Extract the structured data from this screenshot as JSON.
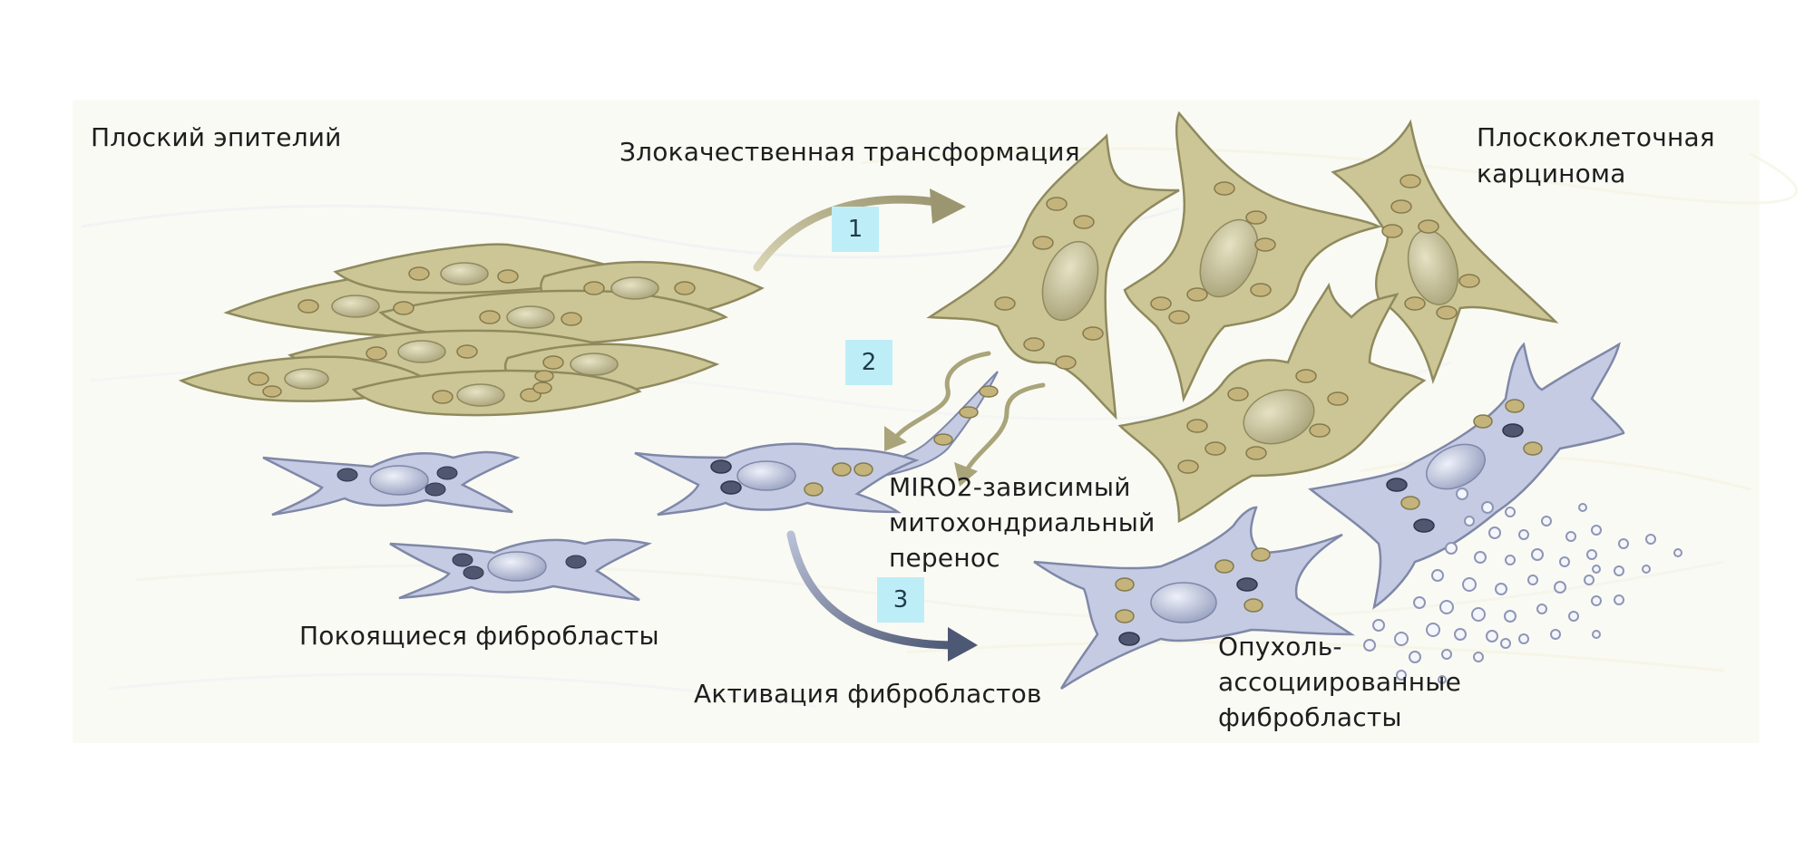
{
  "labels": {
    "squamous_epithelium": "Плоский эпителий",
    "malignant_transformation": "Злокачественная трансформация",
    "carcinoma_line1": "Плоскоклеточная",
    "carcinoma_line2": "карцинома",
    "miro2_line1": "MIRO2-зависимый",
    "miro2_line2": "митохондриальный",
    "miro2_line3": "перенос",
    "resting_fibroblasts": "Покоящиеся фибробласты",
    "fibroblast_activation": "Активация фибробластов",
    "caf_line1": "Опухоль-",
    "caf_line2": "ассоциированные",
    "caf_line3": "фибробласты"
  },
  "steps": [
    "1",
    "2",
    "3"
  ],
  "colors": {
    "epithelial_cell": "#ccc696",
    "epithelial_outline": "#8f8a5e",
    "fibroblast_cell": "#c4cbe3",
    "fibroblast_outline": "#7f88a8",
    "mitochondrion": "#c4b47c",
    "mitochondrion_dark": "#4f5670",
    "arrow_olive": "#a9a47a",
    "arrow_slate": "#55627c",
    "step_badge": "#bdeef8"
  }
}
